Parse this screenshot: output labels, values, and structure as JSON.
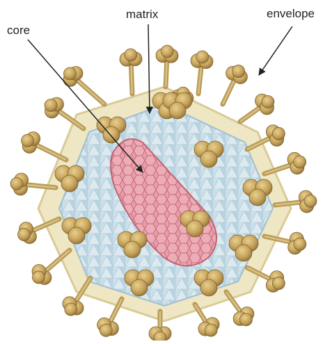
{
  "labels": {
    "core": "core",
    "matrix": "matrix",
    "envelope": "envelope"
  },
  "colors": {
    "envelope": "#efe5c0",
    "matrix": "#c4dbe8",
    "matrix_edge": "#8fb2c8",
    "core": "#e8909a",
    "core_edge": "#c05868",
    "spike_head": "#c8a860",
    "spike_stalk": "#b89b55",
    "arrow": "#222222"
  }
}
